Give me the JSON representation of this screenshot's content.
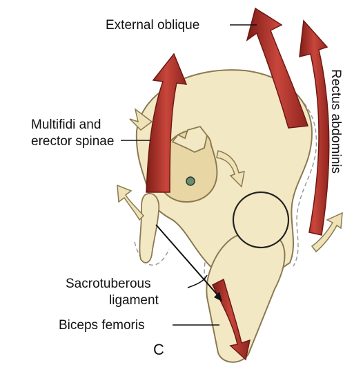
{
  "labels": {
    "external_oblique": "External oblique",
    "rectus_line1": "Rectus abdominis",
    "multifidi_line1": "Multifidi and",
    "multifidi_line2": "erector spinae",
    "sacrotuberous_line1": "Sacrotuberous",
    "sacrotuberous_line2": "ligament",
    "biceps_femoris": "Biceps femoris",
    "panel_letter": "C"
  },
  "colors": {
    "bone_fill": "#f3e8c4",
    "bone_stroke": "#8a7a52",
    "muscle_red": "#b3302a",
    "muscle_dark": "#7e1d18",
    "muscle_light": "#cf5a4e",
    "rotation_arrow": "#efe2b6",
    "text": "#111111"
  }
}
